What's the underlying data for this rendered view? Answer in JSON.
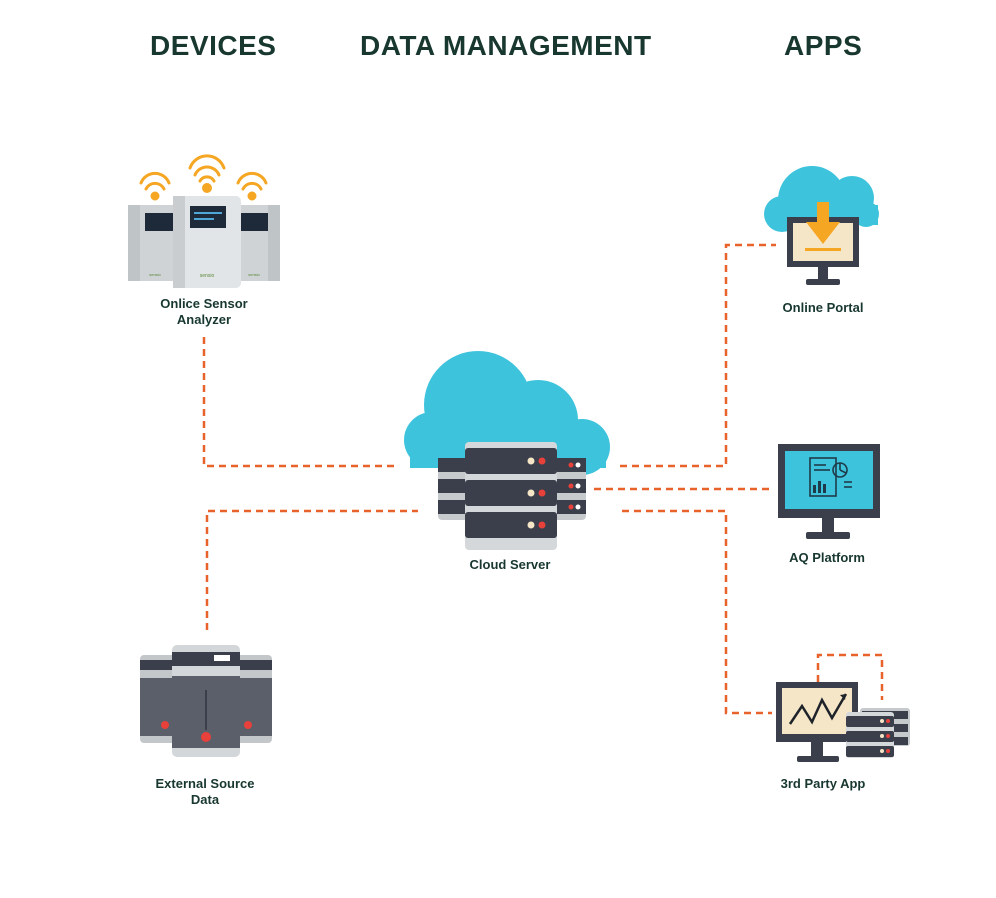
{
  "headings": {
    "devices": "DEVICES",
    "data_management": "DATA MANAGEMENT",
    "apps": "APPS"
  },
  "nodes": {
    "sensor": {
      "line1": "Onlice Sensor",
      "line2": "Analyzer",
      "brand": "sensio",
      "icon": "sensor-analyzer-icon"
    },
    "external": {
      "line1": "External Source",
      "line2": "Data",
      "icon": "server-tower-icon"
    },
    "cloud": {
      "label": "Cloud Server",
      "icon": "cloud-server-icon"
    },
    "portal": {
      "label": "Online Portal",
      "icon": "cloud-download-monitor-icon"
    },
    "aq": {
      "label": "AQ Platform",
      "icon": "report-monitor-icon"
    },
    "third": {
      "label": "3rd Party App",
      "icon": "chart-monitor-server-icon"
    }
  },
  "colors": {
    "connector": "#e8622c",
    "cloud": "#3ec3dc",
    "server_dark": "#3a3f4b",
    "wifi": "#f5a623",
    "device_body": "#d7dadc",
    "screen_cream": "#f6e6c8",
    "arrow": "#f5a623"
  }
}
